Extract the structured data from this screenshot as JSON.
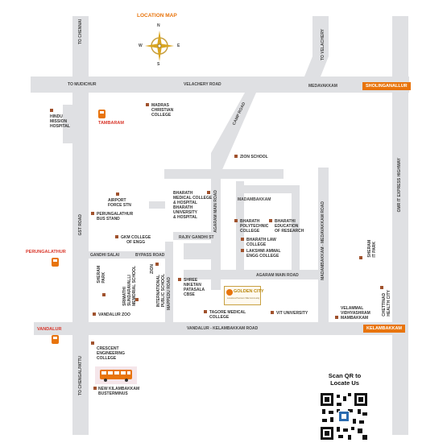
{
  "map": {
    "title": "LOCATION MAP",
    "compass": {
      "n": "N",
      "s": "S",
      "e": "E",
      "w": "W"
    },
    "roads": {
      "to_chennai": "TO CHENNAI",
      "to_velachery": "TO VELACHERY",
      "to_mudichur": "TO MUDICHUR",
      "velachery_road": "VELACHERY ROAD",
      "medavakkam": "MEDAVAKKAM",
      "camp_road": "CAMP ROAD",
      "agaram_main_road_v": "AGARAM MAIN ROAD",
      "agaram_main_road_h": "AGARAM MAIN ROAD",
      "madambakkam_road": "MADAMBAKKAM - MEDAVAKKAM ROAD",
      "omr": "OMR IT EXPRESS HIGHWAY",
      "gst_road": "GST ROAD",
      "gandhi_salai": "GANDHI SALAI",
      "bypass_road": "BYPASS ROAD",
      "rajaji_gandhi_st": "RAJIV GANDHI ST",
      "mappedu_road": "MAPPEDU ROAD",
      "vandalur_kelambakkam_road": "VANDALUR - KELAMBAKKAM ROAD",
      "to_chengalpattu": "TO CHENGALPATTU",
      "madambakkam": "MADAMBAKKAM"
    },
    "tags": {
      "sholinganallur": "SHOLINGANALLUR",
      "kelambakkam": "KELAMBAKKAM"
    },
    "stations": {
      "tambaram": "TAMBARAM",
      "perungalathur": "PERUNGALATHUR",
      "vandalur": "VANDALUR"
    },
    "landmarks": {
      "hindu_mission": "HINDU\nMISSION\nHOSPITAL",
      "mcc": "MADRAS\nCHRISTIAN\nCOLLEGE",
      "zion": "ZION SCHOOL",
      "afs": "AIRPORT\nFORCE STN",
      "bharath_med": "BHARATH\nMEDICAL COLLEGE\n& HOSPITAL\nBHARATH\nUNIVERSITY\n& HOSPITAL",
      "perungalathur_bus": "PERUNGALATHUR\nBUS STAND",
      "bharath_poly": "BHARATH\nPOLYTECHNIC\nCOLLEGE",
      "bharathi_edu": "BHARATHI\nEDUCATION\nOF RESEARCH",
      "bharath_law": "BHARATH LAW\nCOLLEGE",
      "lakshmi": "LAKSHMI AMMAL\nENGG COLLEGE",
      "gkm": "GKM COLLEGE\nOF ENGG",
      "sheram_park": "SHERAM\nPARK",
      "srimathi": "SRIMATHI\nSUNDARAVALLI\nMEMORIAL SCHOOL",
      "zion2": "ZION",
      "international": "INTERNATIONAL\nPUBLIC SCHOOL",
      "shree_niketan": "SHREE\nNIKETAN\nPATASALA\nCBSE",
      "golden_city": "GOLDEN CITY",
      "golden_city_sub": "Luxurious Premium Villa Community",
      "tagore": "TAGORE MEDICAL\nCOLLEGE",
      "vit": "VIT UNIVERSITY",
      "sheram_it_park": "SHERAM\nIT PARK",
      "velammal": "VELAMMAL\nVIDHYASHRAM\nMAMBAKKAM",
      "chettinad": "CHETTINAD\nHEALTH CITY",
      "vandalur_zoo": "VANDALUR ZOO",
      "crescent": "CRESCENT\nENGINEERING\nCOLLEGE",
      "bus_terminus": "NEW KILAMBAKKAM\nBUSTERMINUS"
    },
    "qr": {
      "caption": "Scan QR to\nLocate Us"
    },
    "colors": {
      "road": "#dfe0e3",
      "accent": "#e8740c",
      "marker": "#a0522d",
      "station_text": "#d9362a"
    }
  }
}
